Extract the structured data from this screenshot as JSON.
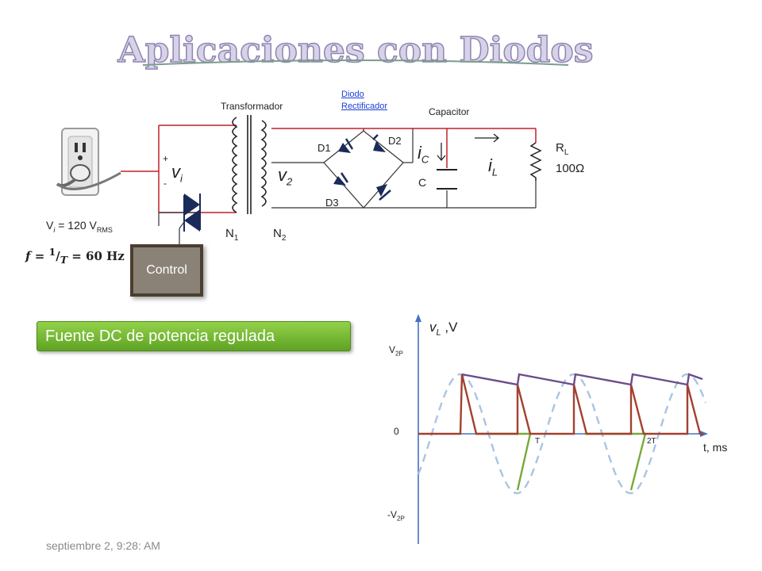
{
  "title": "Aplicaciones con Diodos",
  "labels": {
    "transformer": "Transformador",
    "diode_link_line1": "Diodo",
    "diode_link_line2": "Rectificador",
    "capacitor": "Capacitor",
    "d1": "D1",
    "d2": "D2",
    "d3": "D3",
    "ic": "i",
    "ic_sub": "C",
    "il": "i",
    "il_sub": "L",
    "c": "C",
    "rl": "R",
    "rl_sub": "L",
    "rl_value": "100Ω",
    "vi": "v",
    "vi_sub": "i",
    "v2": "v",
    "v2_sub": "2",
    "plus": "+",
    "minus": "-",
    "n1": "N",
    "n1_sub": "1",
    "n2": "N",
    "n2_sub": "2",
    "vsource_pre": "V",
    "vsource_sub": "i",
    "vsource_mid": " = 120 V",
    "vsource_rms": "RMS",
    "freq_f": "f",
    "freq_eq": "=",
    "freq_num": "1",
    "freq_den": "T",
    "freq_val": "= 60 Hz",
    "control": "Control",
    "banner": "Fuente DC de potencia regulada",
    "date": "septiembre 2, 9:28: AM"
  },
  "graph": {
    "ylabel_v": "v",
    "ylabel_sub": "L",
    "ylabel_unit": " ,V",
    "v2p": "V",
    "v2p_sub": "2P",
    "neg_v2p": "-V",
    "neg_v2p_sub": "2P",
    "zero": "0",
    "t_tick": "T",
    "twot_tick": "2T",
    "xlabel": "t, ms"
  },
  "colors": {
    "wire": "#c0202a",
    "sine": "#a9c4e4",
    "ripple": "#6b4c8c",
    "rect": "#a3402f",
    "neg": "#79a83b",
    "axis": "#4472c4",
    "diode": "#1a2a5a"
  }
}
